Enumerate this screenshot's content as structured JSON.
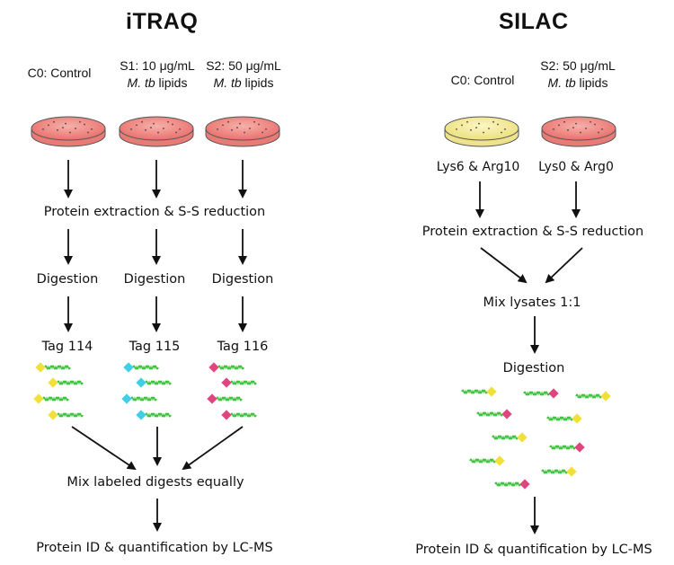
{
  "itraq": {
    "title": "iTRAQ",
    "conditions": [
      {
        "line1": "C0: Control",
        "line2_prefix": "",
        "line2_italic": "",
        "line2_suffix": ""
      },
      {
        "line1": "S1: 10 μg/mL",
        "line2_prefix": "",
        "line2_italic": "M. tb",
        "line2_suffix": " lipids"
      },
      {
        "line1": "S2: 50 μg/mL",
        "line2_prefix": "",
        "line2_italic": "M. tb",
        "line2_suffix": " lipids"
      }
    ],
    "extraction": "Protein extraction & S-S reduction",
    "digestion": [
      "Digestion",
      "Digestion",
      "Digestion"
    ],
    "tags": [
      "Tag 114",
      "Tag 115",
      "Tag 116"
    ],
    "mix": "Mix labeled digests equally",
    "final": "Protein ID & quantification by LC-MS"
  },
  "silac": {
    "title": "SILAC",
    "conditions": [
      {
        "line1": "C0: Control",
        "line2_italic": "",
        "line2_suffix": ""
      },
      {
        "line1": "S2: 50 μg/mL",
        "line2_italic": "M. tb",
        "line2_suffix": " lipids"
      }
    ],
    "labels": [
      "Lys6 & Arg10",
      "Lys0 & Arg0"
    ],
    "extraction": "Protein extraction & S-S reduction",
    "mix": "Mix lysates 1:1",
    "digestion": "Digestion",
    "final": "Protein ID & quantification by LC-MS"
  },
  "colors": {
    "dish_red": "#f08a8a",
    "dish_yellow": "#f5ee9a",
    "peptide_green": "#3fc23f",
    "tag_yellow": "#f2e03a",
    "tag_cyan": "#3fd0e6",
    "tag_magenta": "#e0457f"
  }
}
